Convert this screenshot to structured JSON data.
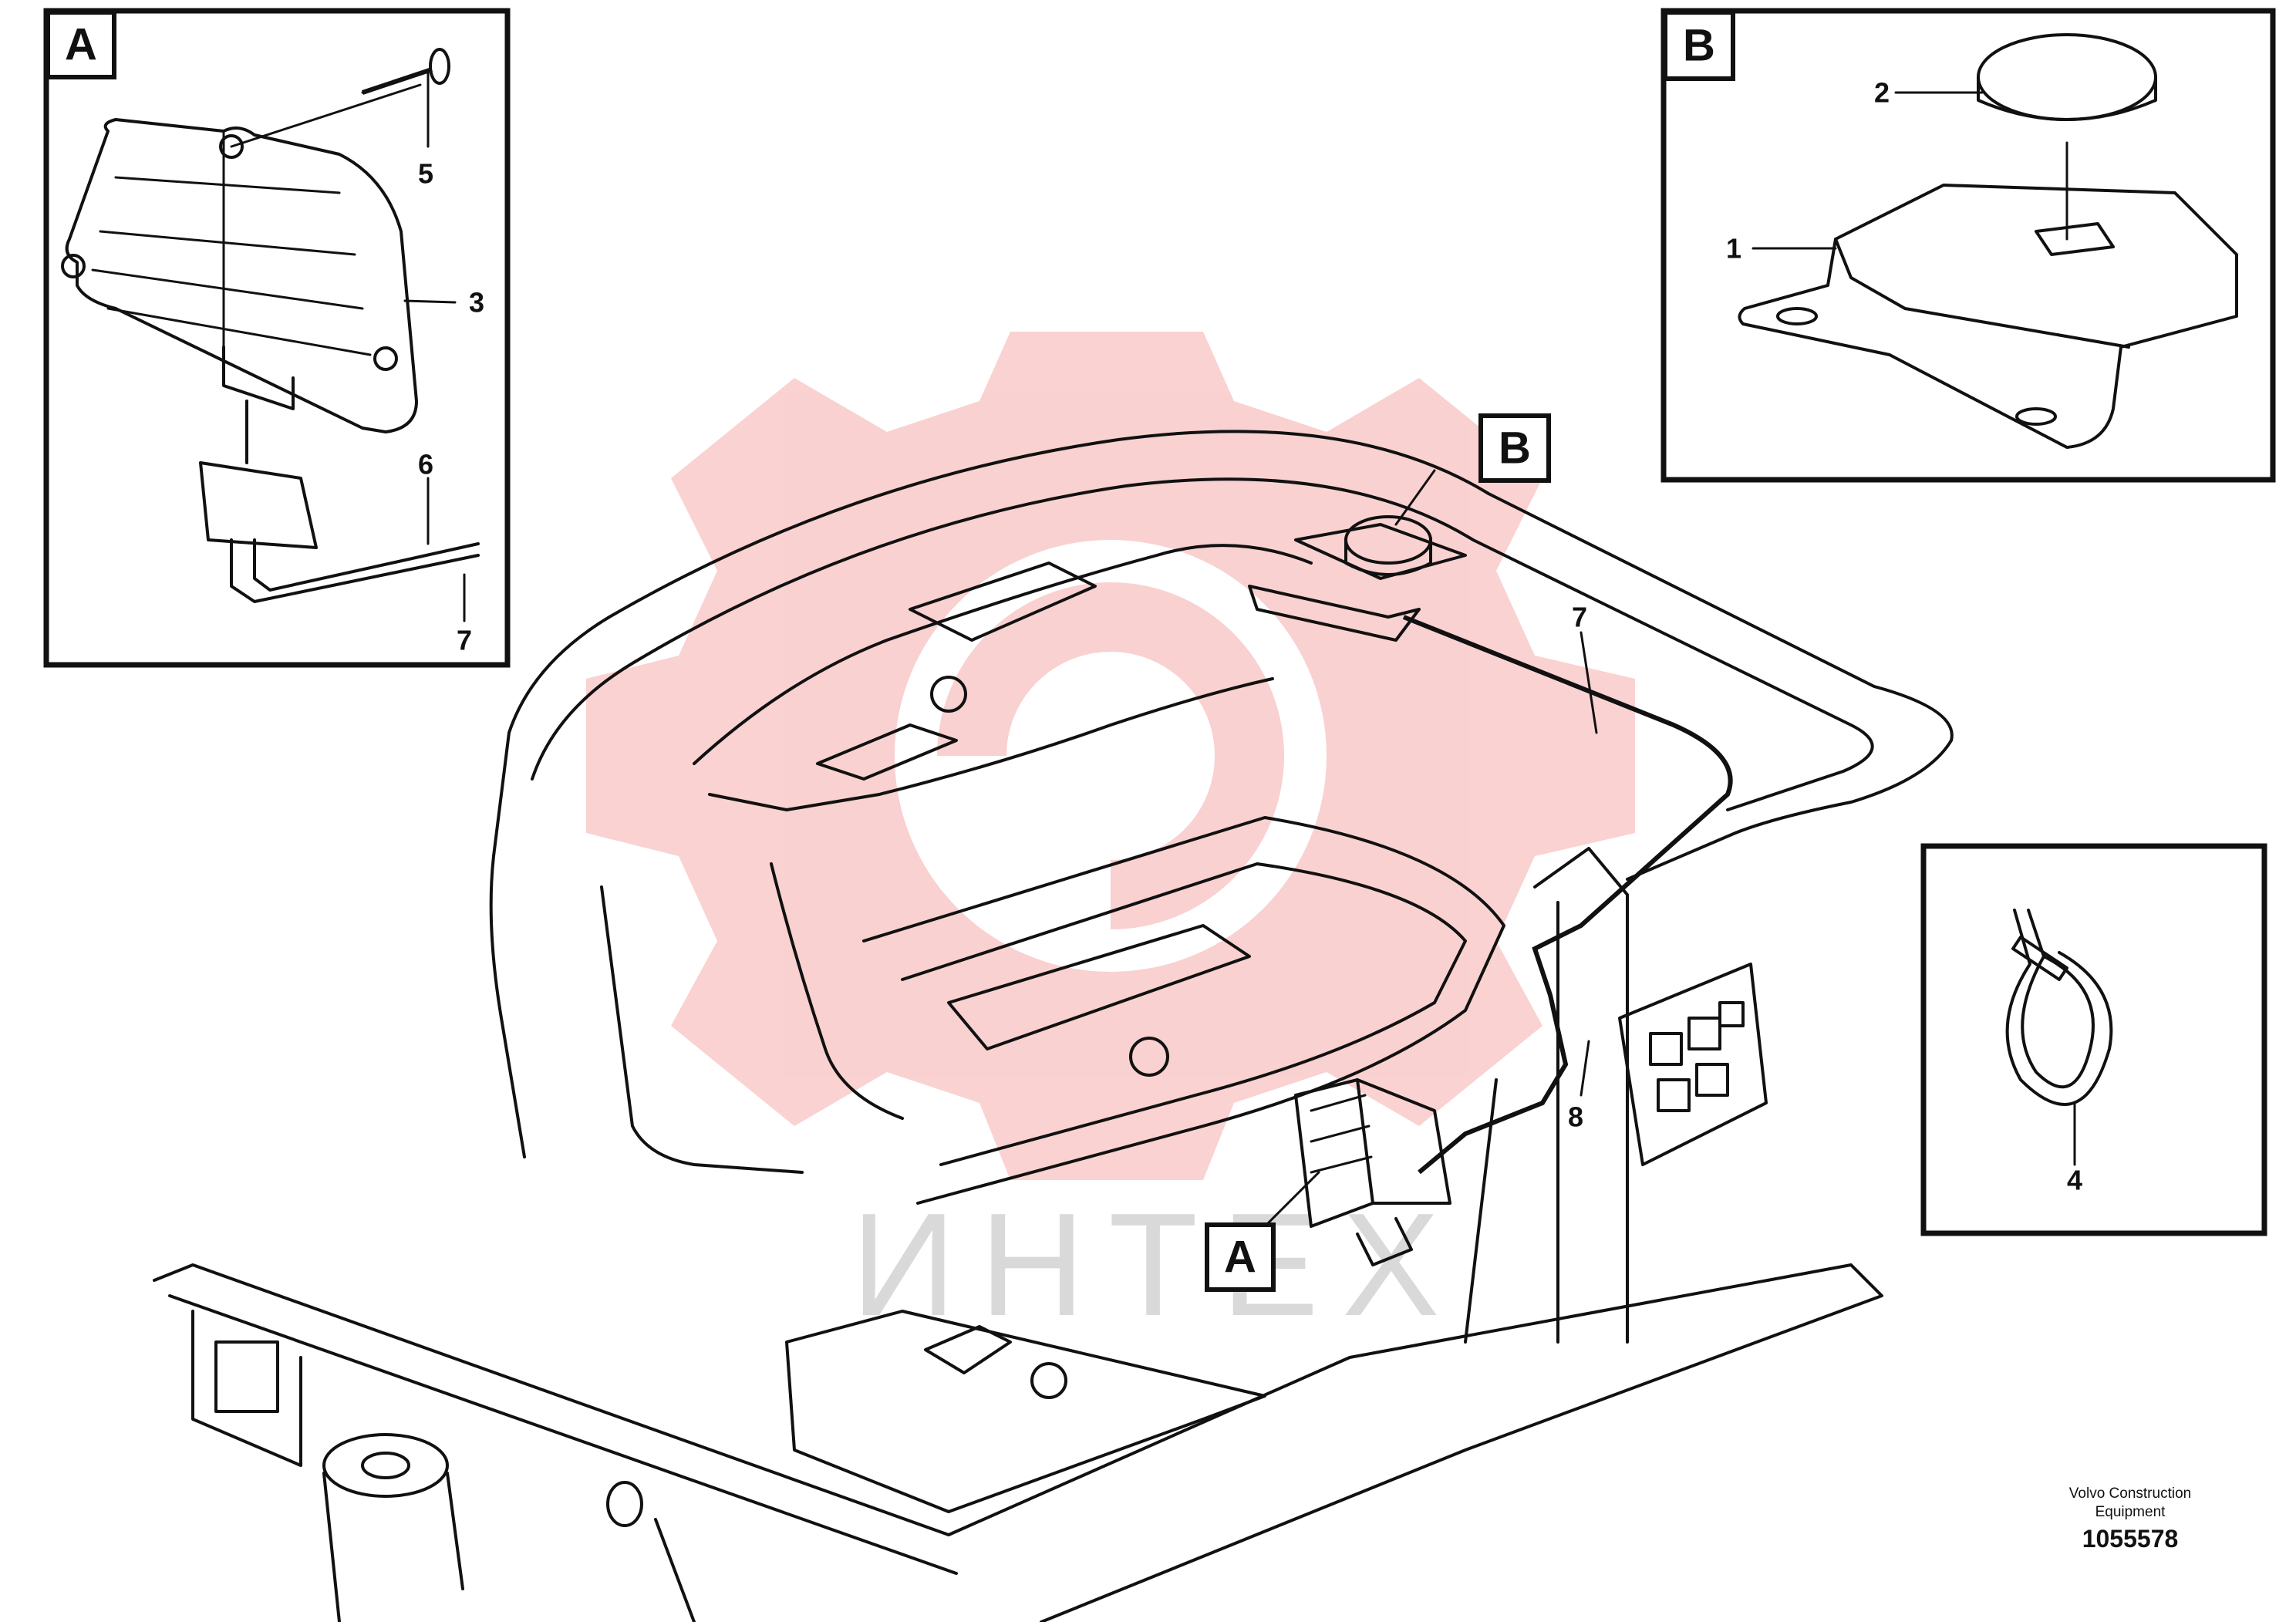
{
  "callouts": {
    "detail_a": "A",
    "detail_b": "B",
    "main_a": "A",
    "main_b": "B"
  },
  "parts": {
    "p1": "1",
    "p2": "2",
    "p3": "3",
    "p4": "4",
    "p5": "5",
    "p6": "6",
    "p7_detail": "7",
    "p7_main": "7",
    "p8": "8"
  },
  "footer": {
    "credit_line1": "Volvo Construction",
    "credit_line2": "Equipment",
    "part_number": "1055578"
  },
  "watermark": {
    "text": "ИНТЕХ",
    "color": "#e8312c"
  }
}
